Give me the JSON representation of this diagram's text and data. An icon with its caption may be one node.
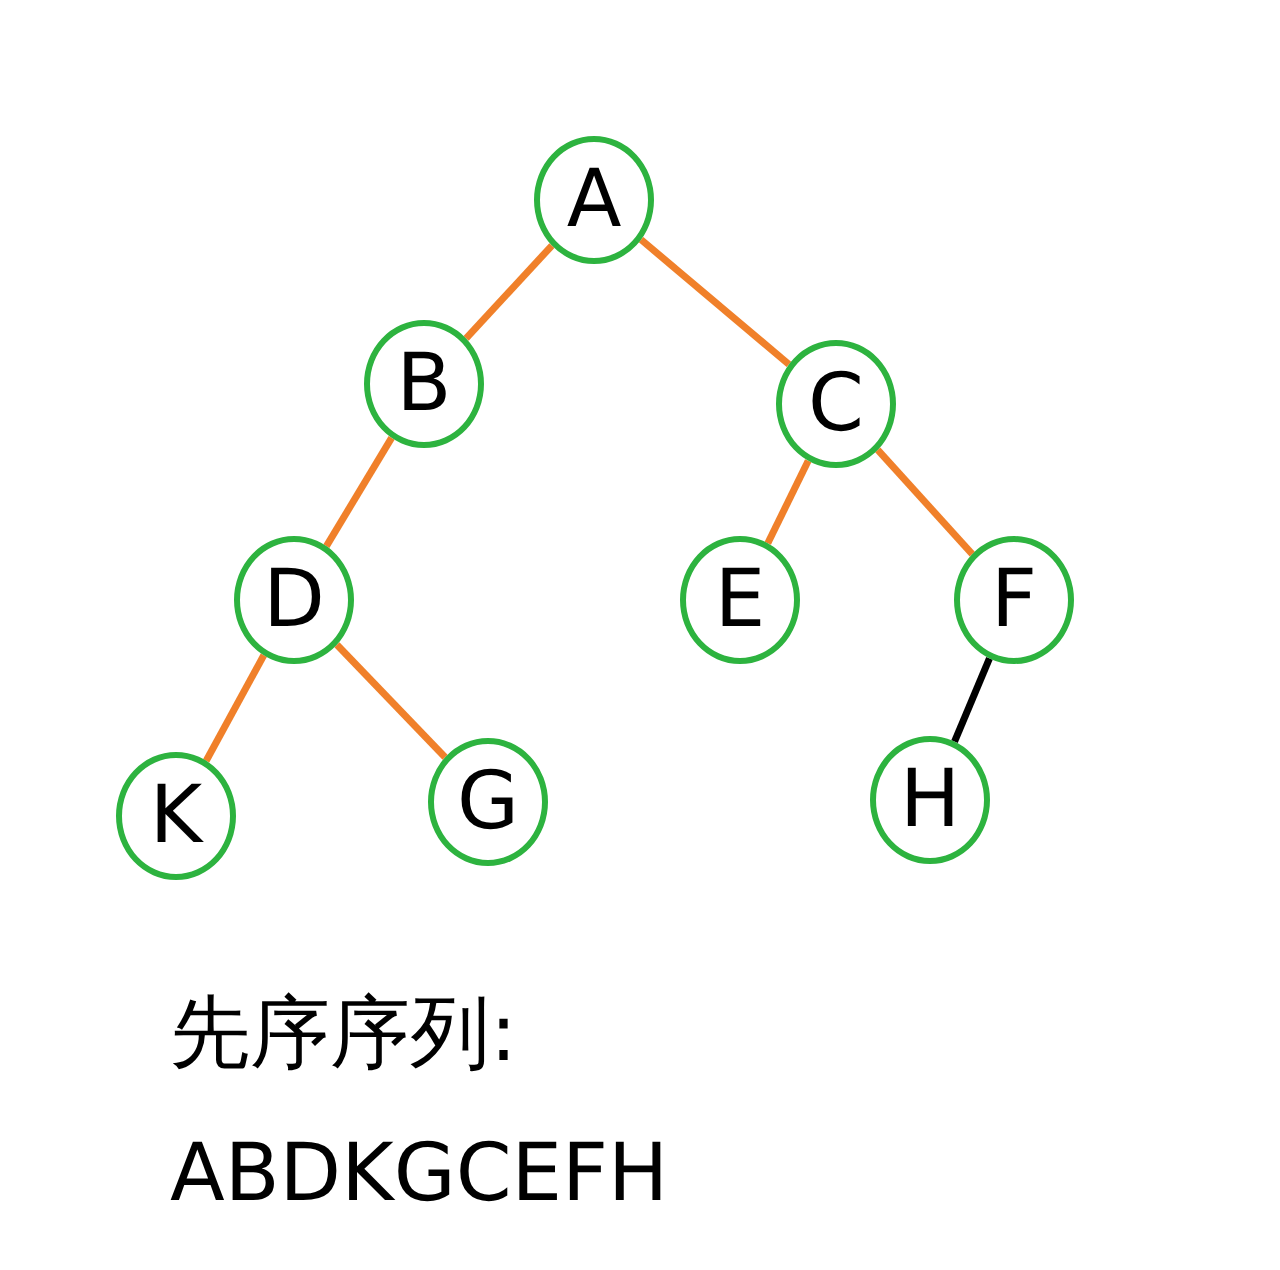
{
  "diagram": {
    "nodes": [
      {
        "text": [
          "A"
        ]
      },
      {
        "text": [
          "B"
        ]
      },
      {
        "text": [
          "C"
        ]
      },
      {
        "text": [
          "D"
        ]
      },
      {
        "text": [
          "E"
        ]
      },
      {
        "text": [
          "F"
        ]
      },
      {
        "text": [
          "K"
        ]
      },
      {
        "text": [
          "G"
        ]
      },
      {
        "text": [
          "H"
        ]
      }
    ],
    "edges": [
      {
        "from": 0,
        "to": 1,
        "arrow": "none"
      },
      {
        "from": 0,
        "to": 2,
        "arrow": "none"
      },
      {
        "from": 1,
        "to": 3,
        "arrow": "none"
      },
      {
        "from": 2,
        "to": 4,
        "arrow": "none"
      },
      {
        "from": 2,
        "to": 5,
        "arrow": "none"
      },
      {
        "from": 3,
        "to": 6,
        "arrow": "none"
      },
      {
        "from": 3,
        "to": 7,
        "arrow": "none"
      },
      {
        "from": 5,
        "to": 8,
        "arrow": "none",
        "color": "#000000"
      }
    ],
    "labels": [
      "先序序列:",
      "ABDKGCEFH"
    ]
  }
}
